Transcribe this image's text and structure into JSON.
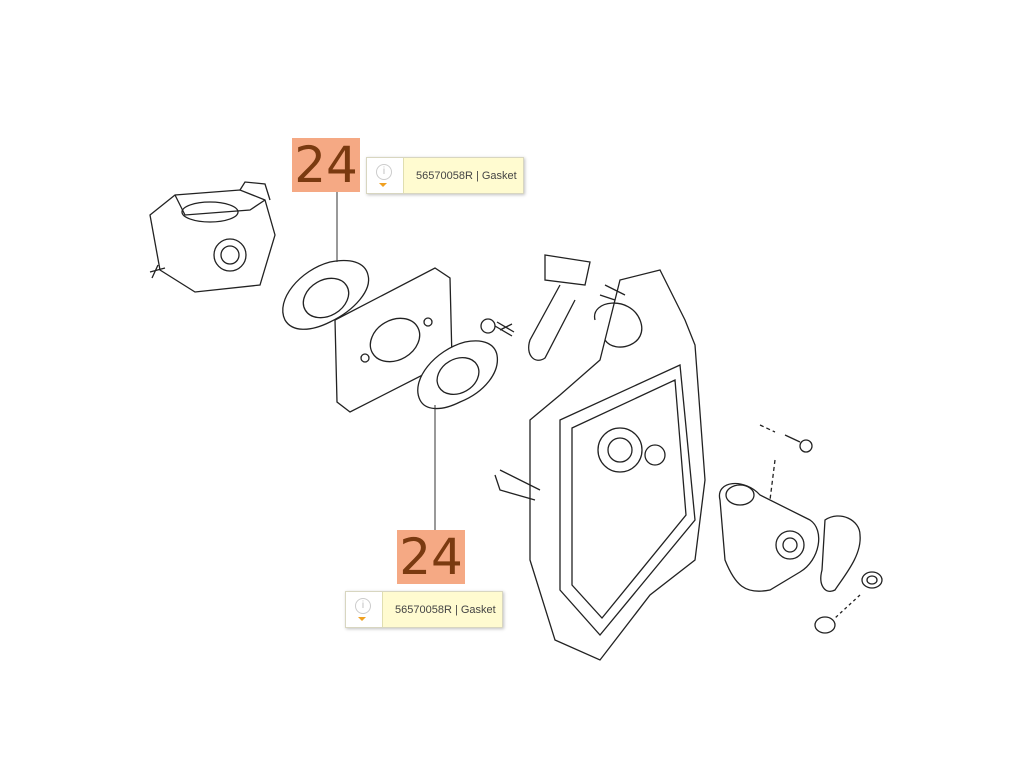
{
  "callouts": [
    {
      "number": "24",
      "part": "56570058R | Gasket"
    },
    {
      "number": "24",
      "part": "56570058R | Gasket"
    }
  ],
  "icons": {
    "info": "i"
  }
}
